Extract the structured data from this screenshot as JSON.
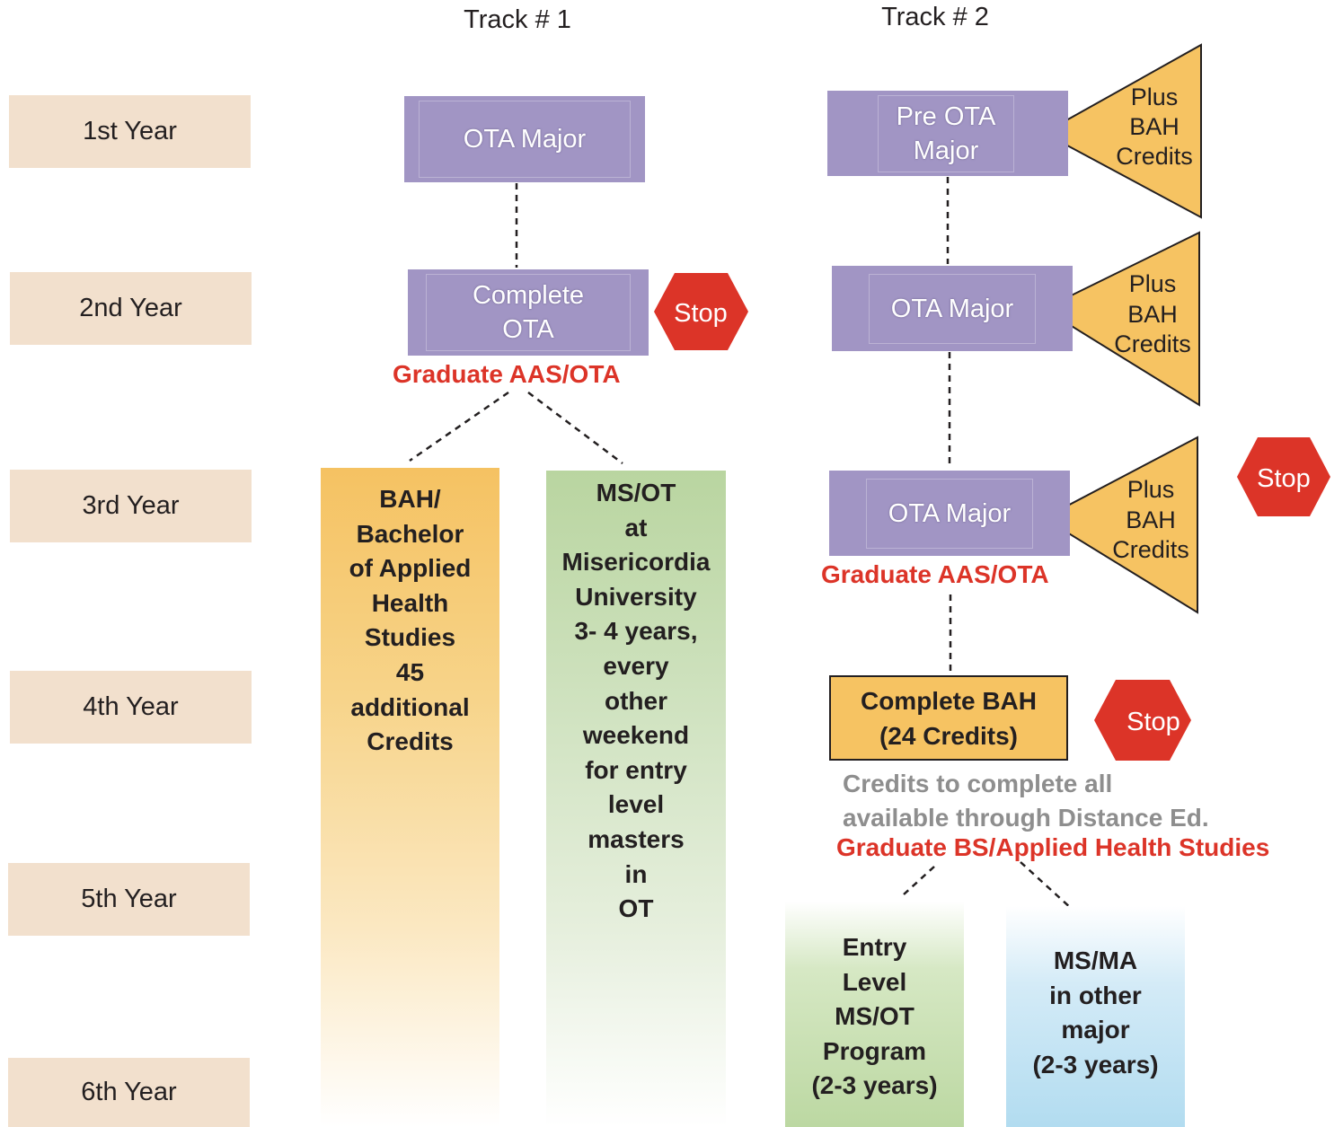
{
  "tracks": {
    "track1": "Track # 1",
    "track2": "Track # 2"
  },
  "years": [
    "1st Year",
    "2nd Year",
    "3rd Year",
    "4th Year",
    "5th Year",
    "6th Year"
  ],
  "track1": {
    "box1": "OTA Major",
    "box2_line1": "Complete",
    "box2_line2": "OTA",
    "stop": "Stop",
    "graduate": "Graduate AAS/OTA",
    "bah_column": [
      "BAH/",
      "Bachelor",
      "of Applied",
      "Health",
      "Studies",
      "45",
      "additional",
      "Credits"
    ],
    "msot_column": [
      "MS/OT",
      "at",
      "Misericordia",
      "University",
      "3- 4 years,",
      "every",
      "other",
      "weekend",
      "for entry",
      "level",
      "masters",
      "in",
      "OT"
    ]
  },
  "track2": {
    "box1_line1": "Pre OTA",
    "box1_line2": "Major",
    "box2": "OTA Major",
    "box3": "OTA Major",
    "triangle_text": [
      "Plus",
      "BAH",
      "Credits"
    ],
    "stop": "Stop",
    "graduate_aas": "Graduate AAS/OTA",
    "complete_bah_line1": "Complete BAH",
    "complete_bah_line2": "(24 Credits)",
    "stop2": "Stop",
    "distance_line1": "Credits to complete all",
    "distance_line2": "available through Distance Ed.",
    "graduate_bs": "Graduate BS/Applied Health Studies",
    "entry_column": [
      "Entry",
      "Level",
      "MS/OT",
      "Program",
      "(2-3 years)"
    ],
    "msma_column": [
      "MS/MA",
      "in other",
      "major",
      "(2-3 years)"
    ]
  },
  "colors": {
    "year_bg": "#f2e0cd",
    "purple": "#a195c4",
    "stop_red": "#dc3428",
    "triangle": "#f6c362",
    "graduate_red": "#dc3428",
    "gray_text": "#8e8e8e"
  }
}
